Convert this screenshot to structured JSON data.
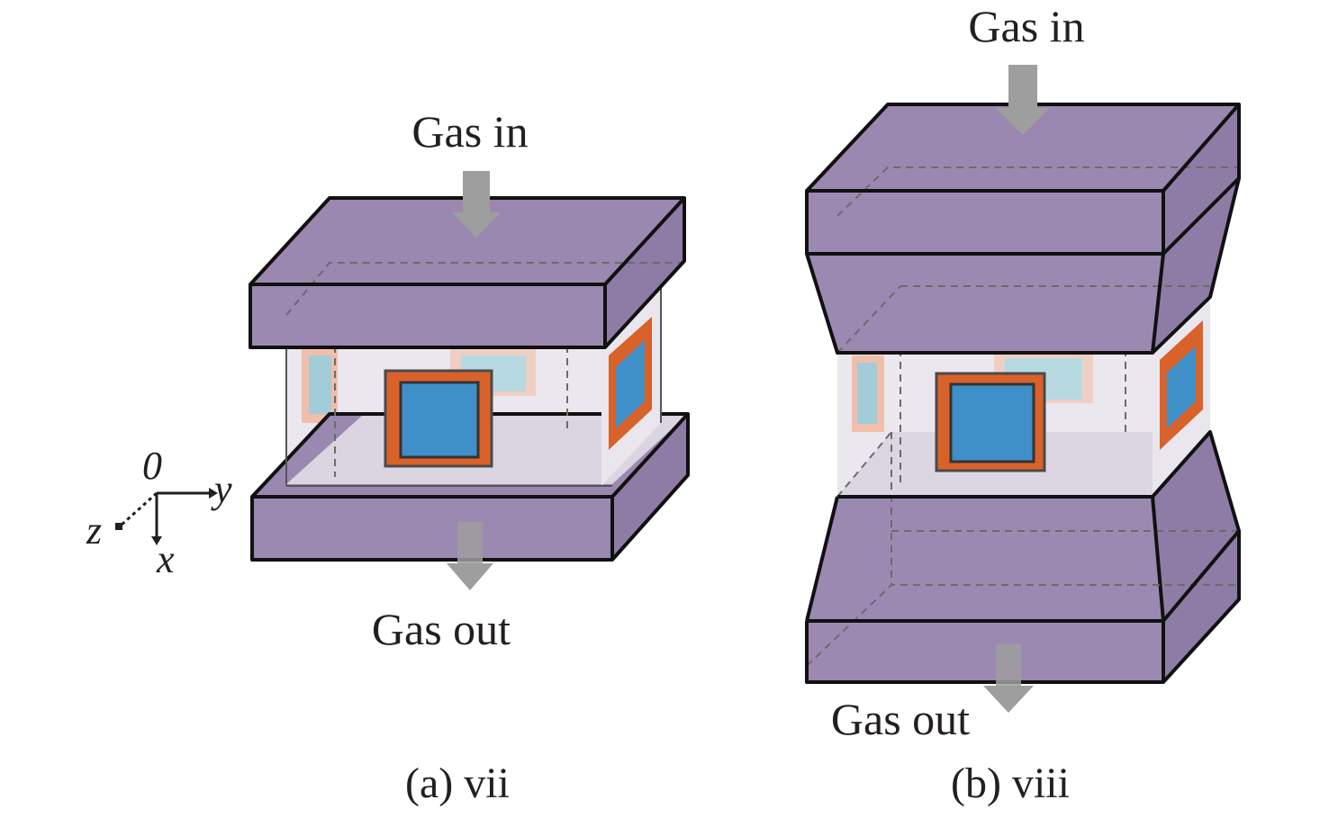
{
  "diagram": {
    "panel_a": {
      "caption": "(a) vii",
      "gas_in": "Gas in",
      "gas_out": "Gas out",
      "axes": {
        "origin": "0",
        "y": "y",
        "z": "z",
        "x": "x"
      }
    },
    "panel_b": {
      "caption": "(b) viii",
      "gas_in": "Gas in",
      "gas_out": "Gas out"
    },
    "colors": {
      "chamber_purple": "#9c89b2",
      "sensor_orange": "#d9622b",
      "sensor_blue": "#3f8fc9",
      "arrow_gray": "#9e9e9e"
    }
  }
}
